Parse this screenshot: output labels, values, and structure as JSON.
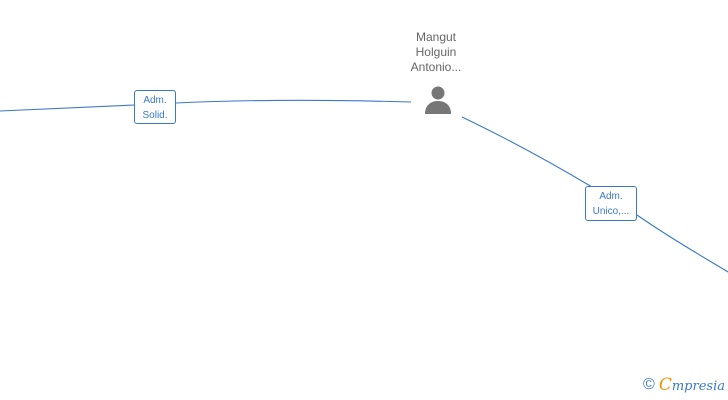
{
  "person": {
    "name_lines": [
      "Mangut",
      "Holguin",
      "Antonio..."
    ],
    "icon": "person-icon"
  },
  "relations": [
    {
      "label_lines": [
        "Adm.",
        "Solid."
      ]
    },
    {
      "label_lines": [
        "Adm.",
        "Unico,..."
      ]
    }
  ],
  "footer": {
    "copyright": "©",
    "brand_first": "C",
    "brand_rest": "mpresia"
  },
  "colors": {
    "edge": "#3a78c9",
    "icon": "#777777",
    "brand_accent": "#f29400"
  }
}
